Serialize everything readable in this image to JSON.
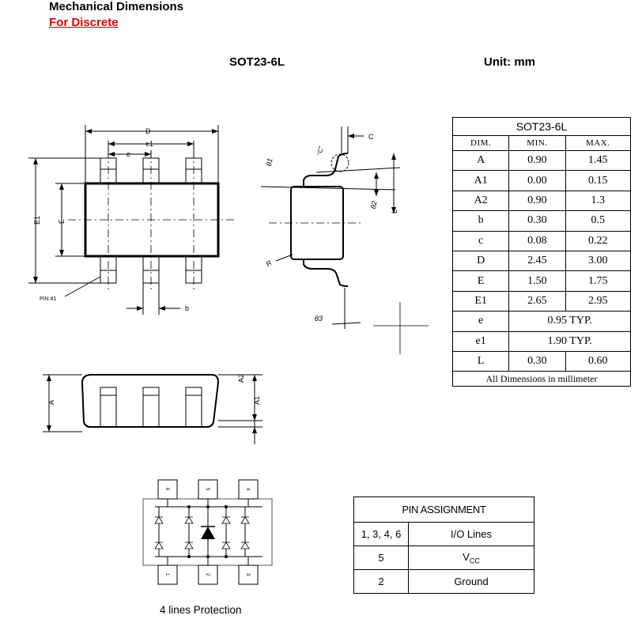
{
  "header": {
    "title": "Mechanical Dimensions",
    "subtitle": "For Discrete"
  },
  "package": {
    "name": "SOT23-6L",
    "unit": "Unit: mm"
  },
  "top_view": {
    "labels": {
      "D": "D",
      "e1": "e1",
      "e": "e",
      "E1": "E1",
      "E": "E",
      "b": "b",
      "pin1": "PIN #1"
    }
  },
  "side_view": {
    "labels": {
      "C": "C",
      "C_quoted": "\"C\"",
      "theta1": "θ1",
      "theta2": "θ2",
      "theta3": "θ3",
      "L": "L",
      "R": "R"
    }
  },
  "front_view": {
    "labels": {
      "A": "A",
      "A1": "A1",
      "A2": "A2"
    }
  },
  "schematic": {
    "top_pins": [
      "6",
      "5",
      "4"
    ],
    "bottom_pins": [
      "1",
      "2",
      "3"
    ],
    "caption": "4 lines Protection"
  },
  "dimension_table": {
    "title": "SOT23-6L",
    "headers": [
      "DIM.",
      "MIN.",
      "MAX."
    ],
    "rows": [
      {
        "dim": "A",
        "min": "0.90",
        "max": "1.45"
      },
      {
        "dim": "A1",
        "min": "0.00",
        "max": "0.15"
      },
      {
        "dim": "A2",
        "min": "0.90",
        "max": "1.3"
      },
      {
        "dim": "b",
        "min": "0.30",
        "max": "0.5"
      },
      {
        "dim": "c",
        "min": "0.08",
        "max": "0.22"
      },
      {
        "dim": "D",
        "min": "2.45",
        "max": "3.00"
      },
      {
        "dim": "E",
        "min": "1.50",
        "max": "1.75"
      },
      {
        "dim": "E1",
        "min": "2.65",
        "max": "2.95"
      },
      {
        "dim": "e",
        "typ": "0.95 TYP."
      },
      {
        "dim": "e1",
        "typ": "1.90 TYP."
      },
      {
        "dim": "L",
        "min": "0.30",
        "max": "0.60"
      }
    ],
    "footer": "All Dimensions in millimeter"
  },
  "pin_table": {
    "title": "PIN ASSIGNMENT",
    "rows": [
      {
        "pins": "1, 3, 4, 6",
        "function": "I/O Lines"
      },
      {
        "pins": "5",
        "function_main": "V",
        "function_sub": "CC"
      },
      {
        "pins": "2",
        "function": "Ground"
      }
    ]
  }
}
